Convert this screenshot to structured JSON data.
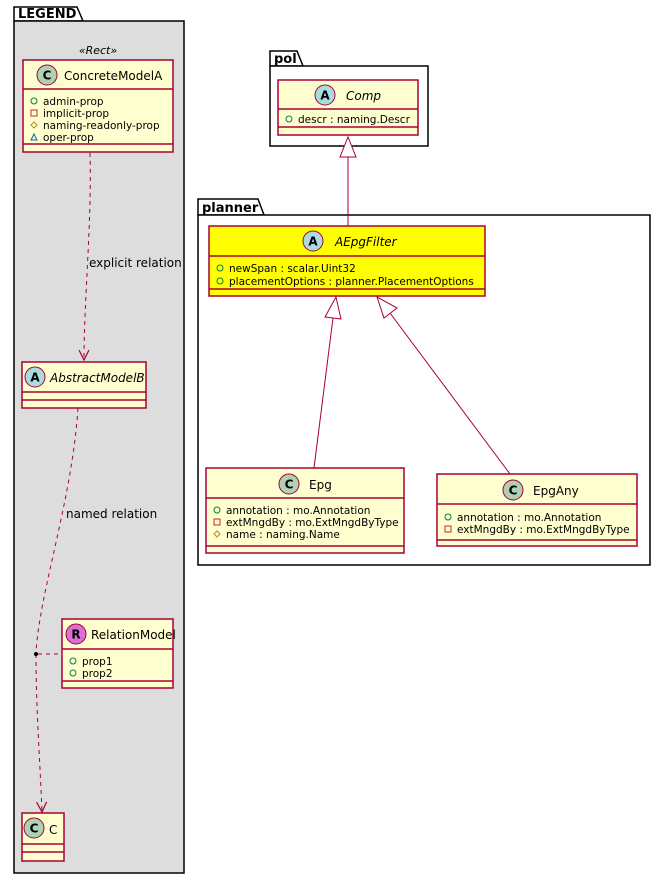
{
  "colors": {
    "class_fill": "#fefece",
    "class_border": "#a80036",
    "highlight_fill": "#ffff00",
    "legend_fill": "#dddddd",
    "circle_class": "#add1b2",
    "circle_abstract": "#a9dcdf",
    "circle_relation": "#da70d6"
  },
  "legend": {
    "title": "LEGEND",
    "stereotype": "«Rect»",
    "concrete_model": {
      "circle": "C",
      "name": "ConcreteModelA",
      "attrs": [
        {
          "vis": "public",
          "text": "admin-prop"
        },
        {
          "vis": "private",
          "text": "implicit-prop"
        },
        {
          "vis": "protected",
          "text": "naming-readonly-prop"
        },
        {
          "vis": "package",
          "text": "oper-prop"
        }
      ]
    },
    "explicit_relation_label": "explicit relation",
    "abstract_model": {
      "circle": "A",
      "name": "AbstractModelB"
    },
    "named_relation_label": "named relation",
    "relation_model": {
      "circle": "R",
      "name": "RelationModel",
      "attrs": [
        {
          "vis": "public",
          "text": "prop1"
        },
        {
          "vis": "public",
          "text": "prop2"
        }
      ]
    },
    "target_model": {
      "circle": "C",
      "name": "C"
    }
  },
  "pol": {
    "title": "pol",
    "comp": {
      "circle": "A",
      "name": "Comp",
      "attrs": [
        {
          "vis": "public",
          "text": "descr : naming.Descr"
        }
      ]
    }
  },
  "planner": {
    "title": "planner",
    "filter": {
      "circle": "A",
      "name": "AEpgFilter",
      "attrs": [
        {
          "vis": "public",
          "text": "newSpan : scalar.Uint32"
        },
        {
          "vis": "public",
          "text": "placementOptions : planner.PlacementOptions"
        }
      ]
    },
    "epg": {
      "circle": "C",
      "name": "Epg",
      "attrs": [
        {
          "vis": "public",
          "text": "annotation : mo.Annotation"
        },
        {
          "vis": "private",
          "text": "extMngdBy : mo.ExtMngdByType"
        },
        {
          "vis": "protected",
          "text": "name : naming.Name"
        }
      ]
    },
    "epgany": {
      "circle": "C",
      "name": "EpgAny",
      "attrs": [
        {
          "vis": "public",
          "text": "annotation : mo.Annotation"
        },
        {
          "vis": "private",
          "text": "extMngdBy : mo.ExtMngdByType"
        }
      ]
    }
  }
}
